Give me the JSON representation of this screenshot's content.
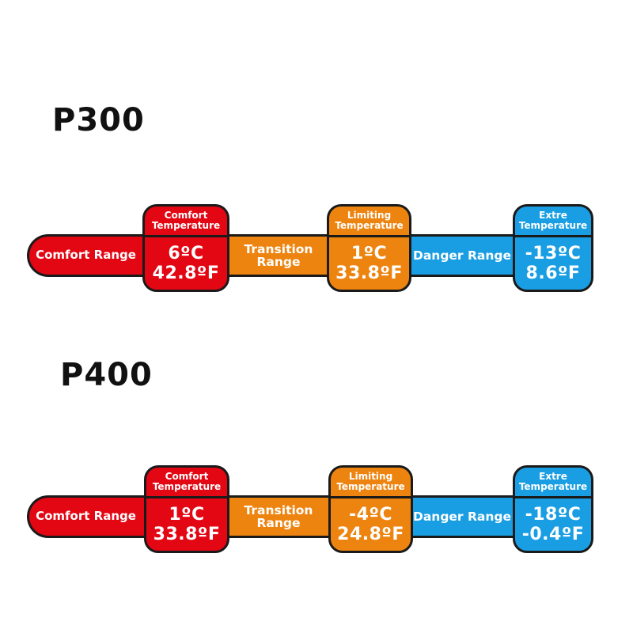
{
  "colors": {
    "comfort": "#e30613",
    "transition": "#ee8410",
    "danger": "#1a9ee3",
    "outline": "#1a1a1a"
  },
  "models": [
    {
      "title": "P300",
      "ranges": {
        "comfort": "Comfort Range",
        "transition_line1": "Transition",
        "transition_line2": "Range",
        "danger": "Danger Range"
      },
      "comfort_temp": {
        "label_line1": "Comfort",
        "label_line2": "Temperature",
        "celsius": "6ºC",
        "fahrenheit": "42.8ºF"
      },
      "limiting_temp": {
        "label_line1": "Limiting",
        "label_line2": "Temperature",
        "celsius": "1ºC",
        "fahrenheit": "33.8ºF"
      },
      "extreme_temp": {
        "label_line1": "Extre",
        "label_line2": "Temperature",
        "celsius": "-13ºC",
        "fahrenheit": "8.6ºF"
      }
    },
    {
      "title": "P400",
      "ranges": {
        "comfort": "Comfort Range",
        "transition_line1": "Transition",
        "transition_line2": "Range",
        "danger": "Danger Range"
      },
      "comfort_temp": {
        "label_line1": "Comfort",
        "label_line2": "Temperature",
        "celsius": "1ºC",
        "fahrenheit": "33.8ºF"
      },
      "limiting_temp": {
        "label_line1": "Limiting",
        "label_line2": "Temperature",
        "celsius": "-4ºC",
        "fahrenheit": "24.8ºF"
      },
      "extreme_temp": {
        "label_line1": "Extre",
        "label_line2": "Temperature",
        "celsius": "-18ºC",
        "fahrenheit": "-0.4ºF"
      }
    }
  ]
}
